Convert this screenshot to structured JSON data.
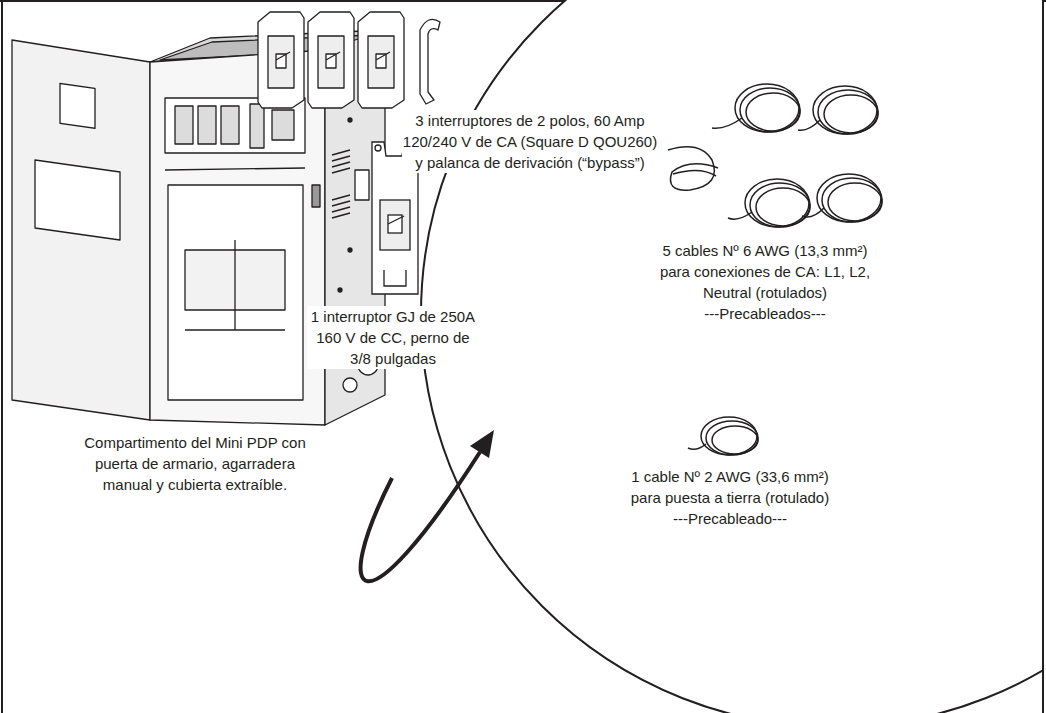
{
  "diagram": {
    "labels": [
      "3 interruptores de 2 polos, 60 Amp 120/240 V de CA (Square D QOU260) y palanca de derivación (“bypass”)",
      "1 interruptor GJ de 250A 160 V de CC, perno de 3/8 pulgadas",
      "5 cables Nº 6 AWG (13,3 mm²) para conexiones de CA: L1, L2, Neutral (rotulados)",
      "---Precableados---",
      "1 cable Nº 2 AWG (33,6 mm²) para puesta a tierra (rotulado)",
      "---Precableado---",
      "Compartimento del Mini PDP con puerta de armario, agarradera manual y cubierta extraíble."
    ]
  }
}
